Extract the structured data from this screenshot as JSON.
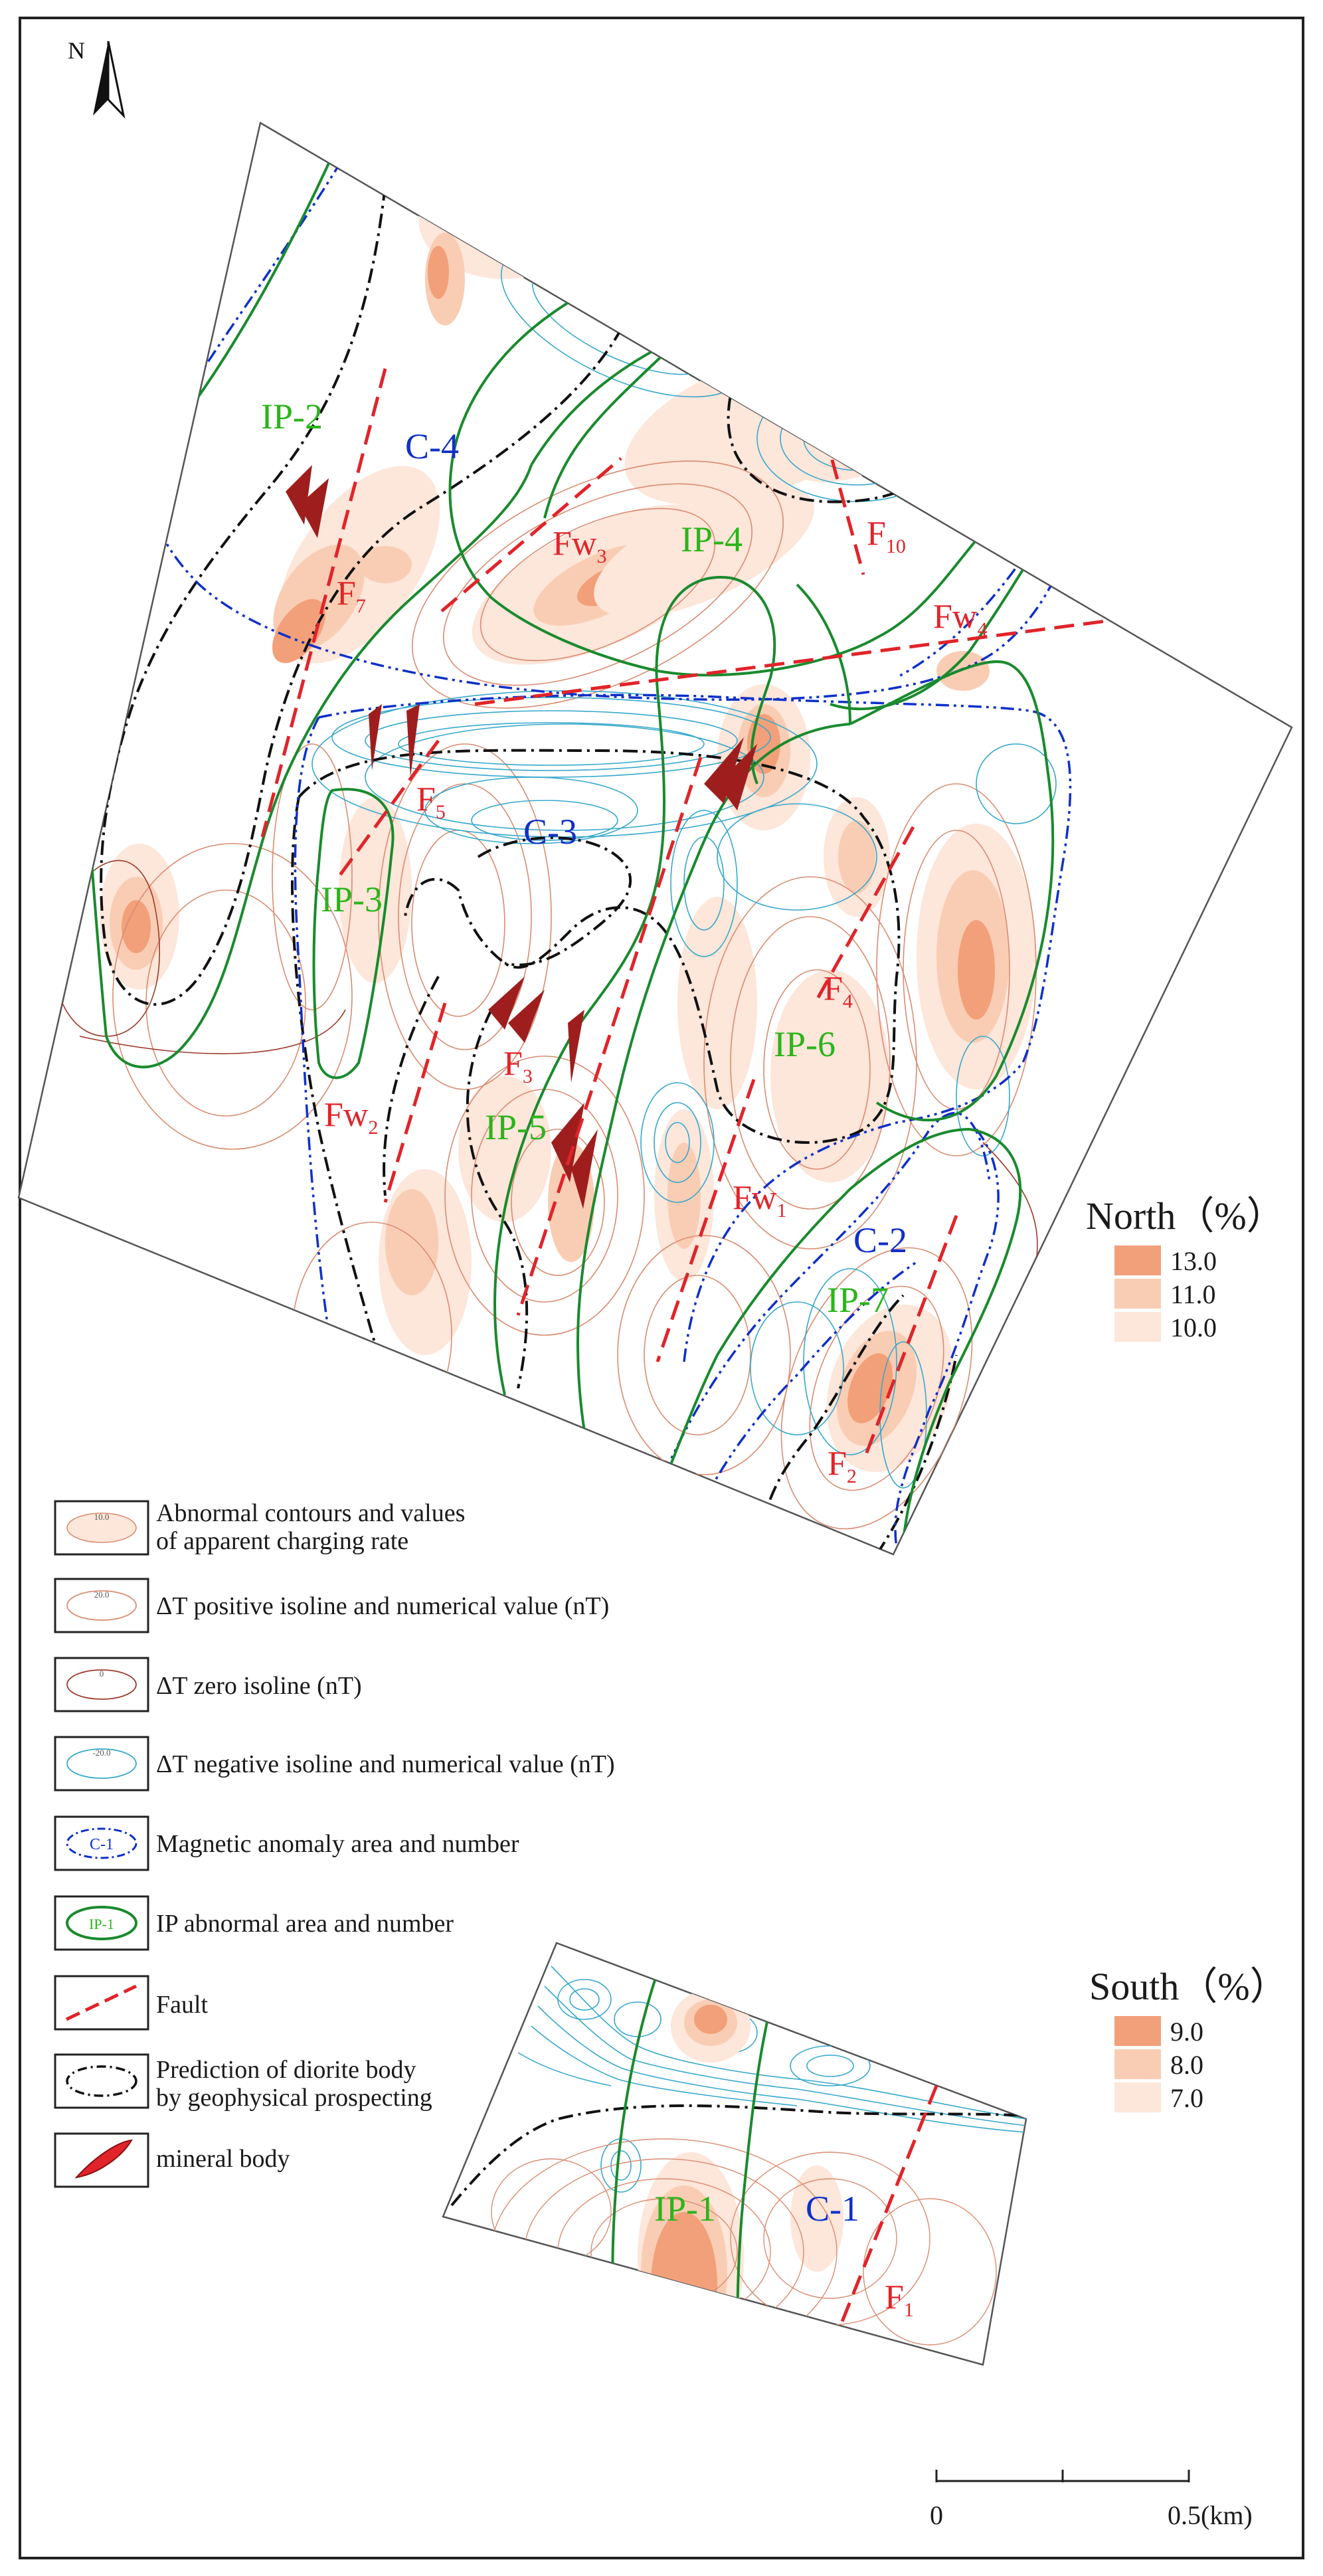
{
  "north_arrow_label": "N",
  "panels": {
    "north": {
      "title": "North（%）",
      "scale_values": [
        "13.0",
        "11.0",
        "10.0"
      ],
      "scale_colors": [
        "#f2a07a",
        "#f9cdb4",
        "#fde6da"
      ]
    },
    "south": {
      "title": "South（%）",
      "scale_values": [
        "9.0",
        "8.0",
        "7.0"
      ],
      "scale_colors": [
        "#f2a07a",
        "#f9cdb4",
        "#fde6da"
      ]
    }
  },
  "map_labels": {
    "ip": [
      "IP-2",
      "IP-4",
      "IP-3",
      "IP-6",
      "IP-5",
      "IP-7",
      "IP-1"
    ],
    "magnetic": [
      "C-4",
      "C-3",
      "C-2",
      "C-1"
    ],
    "faults": {
      "F7": {
        "main": "F",
        "sub": "7"
      },
      "Fw3": {
        "main": "Fw",
        "sub": "3"
      },
      "F10": {
        "main": "F",
        "sub": "10"
      },
      "Fw4": {
        "main": "Fw",
        "sub": "4"
      },
      "F5": {
        "main": "F",
        "sub": "5"
      },
      "F4": {
        "main": "F",
        "sub": "4"
      },
      "F3": {
        "main": "F",
        "sub": "3"
      },
      "Fw2": {
        "main": "Fw",
        "sub": "2"
      },
      "Fw1": {
        "main": "Fw",
        "sub": "1"
      },
      "F2": {
        "main": "F",
        "sub": "2"
      },
      "F1": {
        "main": "F",
        "sub": "1"
      }
    }
  },
  "legend": {
    "items": [
      {
        "lines": [
          "Abnormal contours and values",
          "of apparent charging rate"
        ],
        "sample": "10.0"
      },
      {
        "lines": [
          "ΔT positive isoline and numerical value (nT)"
        ],
        "sample": "20.0"
      },
      {
        "lines": [
          "ΔT zero isoline (nT)"
        ],
        "sample": "0"
      },
      {
        "lines": [
          "ΔT negative isoline and numerical value (nT)"
        ],
        "sample": "-20.0"
      },
      {
        "lines": [
          "Magnetic anomaly area and number"
        ],
        "sample": "C-1"
      },
      {
        "lines": [
          "IP abnormal area and number"
        ],
        "sample": "IP-1"
      },
      {
        "lines": [
          "Fault"
        ],
        "sample": ""
      },
      {
        "lines": [
          "Prediction of diorite body",
          "by geophysical prospecting"
        ],
        "sample": ""
      },
      {
        "lines": [
          "mineral body"
        ],
        "sample": ""
      }
    ]
  },
  "scale_bar": {
    "start": "0",
    "end": "0.5(km)"
  },
  "colors": {
    "ip_green": "#1a8a2e",
    "ip_label_green": "#2ab51a",
    "magnetic_blue": "#1030c8",
    "fault_red": "#e0242a",
    "positive_isoline": "#d98c72",
    "negative_isoline": "#36a8cc",
    "zero_isoline": "#9c3a2a",
    "anomaly_high": "#f2a07a",
    "anomaly_mid": "#f9cdb4",
    "anomaly_low": "#fde6da",
    "mineral": "#9e1e1e"
  }
}
